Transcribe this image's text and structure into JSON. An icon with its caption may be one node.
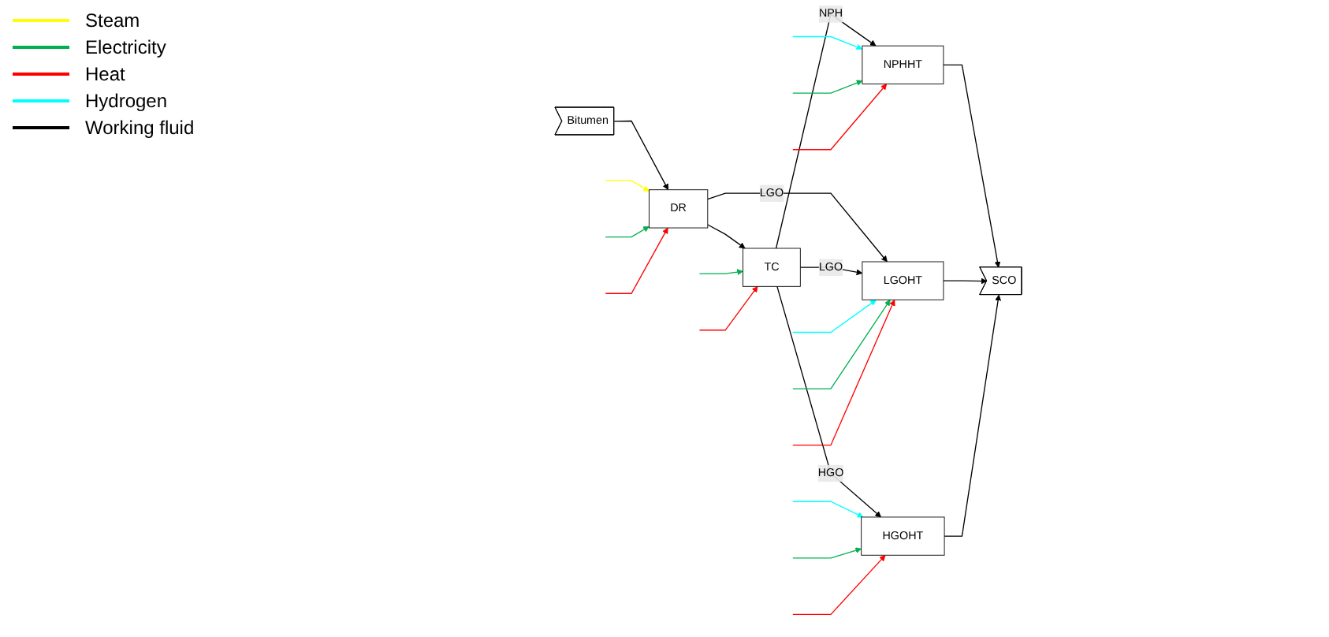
{
  "diagram": {
    "nodes": [
      {
        "text": [
          "Bitumen"
        ]
      },
      {
        "text": [
          "DR"
        ]
      },
      {
        "text": [
          "TC"
        ]
      },
      {
        "text": [
          "NPHHT"
        ]
      },
      {
        "text": [
          "LGOHT"
        ]
      },
      {
        "text": [
          "HGOHT"
        ]
      },
      {
        "text": [
          "SCO"
        ]
      }
    ],
    "edges": [
      {
        "from": 0,
        "to": 1,
        "arrow": "to"
      },
      {
        "from": 1,
        "to": 2,
        "arrow": "to"
      },
      {
        "from": 1,
        "to": 4,
        "label": "LGO",
        "arrow": "to"
      },
      {
        "from": 2,
        "to": 3,
        "label": "NPH",
        "arrow": "to"
      },
      {
        "from": 2,
        "to": 4,
        "label": "LGO",
        "arrow": "to"
      },
      {
        "from": 2,
        "to": 5,
        "label": "HGO",
        "arrow": "to"
      },
      {
        "from": 3,
        "to": 6,
        "arrow": "to"
      },
      {
        "from": 4,
        "to": 6,
        "arrow": "to"
      },
      {
        "from": 5,
        "to": 6,
        "arrow": "to"
      },
      {
        "from": null,
        "to": 1,
        "arrow": "to",
        "color": "#ffff00"
      },
      {
        "from": null,
        "to": 1,
        "arrow": "to",
        "color": "#00b050"
      },
      {
        "from": null,
        "to": 1,
        "arrow": "to",
        "color": "#ff0000"
      },
      {
        "from": null,
        "to": 2,
        "arrow": "to",
        "color": "#00b050"
      },
      {
        "from": null,
        "to": 2,
        "arrow": "to",
        "color": "#ff0000"
      },
      {
        "from": null,
        "to": 3,
        "arrow": "to",
        "color": "#00ffff"
      },
      {
        "from": null,
        "to": 3,
        "arrow": "to",
        "color": "#00b050"
      },
      {
        "from": null,
        "to": 3,
        "arrow": "to",
        "color": "#ff0000"
      },
      {
        "from": null,
        "to": 4,
        "arrow": "to",
        "color": "#00ffff"
      },
      {
        "from": null,
        "to": 4,
        "arrow": "to",
        "color": "#00b050"
      },
      {
        "from": null,
        "to": 4,
        "arrow": "to",
        "color": "#ff0000"
      },
      {
        "from": null,
        "to": 5,
        "arrow": "to",
        "color": "#00ffff"
      },
      {
        "from": null,
        "to": 5,
        "arrow": "to",
        "color": "#00b050"
      },
      {
        "from": null,
        "to": 5,
        "arrow": "to",
        "color": "#ff0000"
      }
    ],
    "legend": [
      {
        "text": "Steam",
        "color": "#ffff00"
      },
      {
        "text": "Electricity",
        "color": "#00b050"
      },
      {
        "text": "Heat",
        "color": "#ff0000"
      },
      {
        "text": "Hydrogen",
        "color": "#00ffff"
      },
      {
        "text": "Working fluid",
        "color": "#000000"
      }
    ]
  }
}
